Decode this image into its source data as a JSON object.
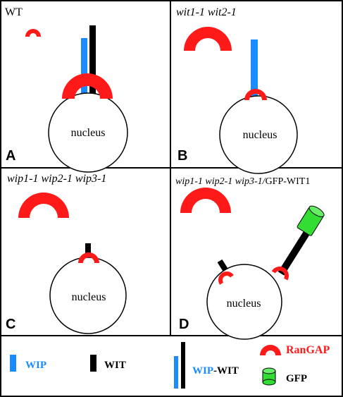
{
  "colors": {
    "wip": "#1a8cff",
    "wit": "#000000",
    "rangap": "#ff1a1a",
    "gfp": "#33dd33",
    "border": "#000000"
  },
  "panels": {
    "a": {
      "genotype": "WT",
      "letter": "A",
      "nucleus_label": "nucleus"
    },
    "b": {
      "genotype": "wit1-1 wit2-1",
      "letter": "B",
      "nucleus_label": "nucleus"
    },
    "c": {
      "genotype": "wip1-1 wip2-1 wip3-1",
      "letter": "C",
      "nucleus_label": "nucleus"
    },
    "d": {
      "genotype_italic": "wip1-1 wip2-1 wip3-1/",
      "genotype_plain": "GFP-WIT1",
      "letter": "D",
      "nucleus_label": "nucleus"
    }
  },
  "legend": {
    "wip_label": "WIP",
    "wit_label": "WIT",
    "combo_wip_part": "WIP",
    "combo_wit_part": "-WIT",
    "rangap_label": "RanGAP",
    "gfp_label": "GFP"
  }
}
